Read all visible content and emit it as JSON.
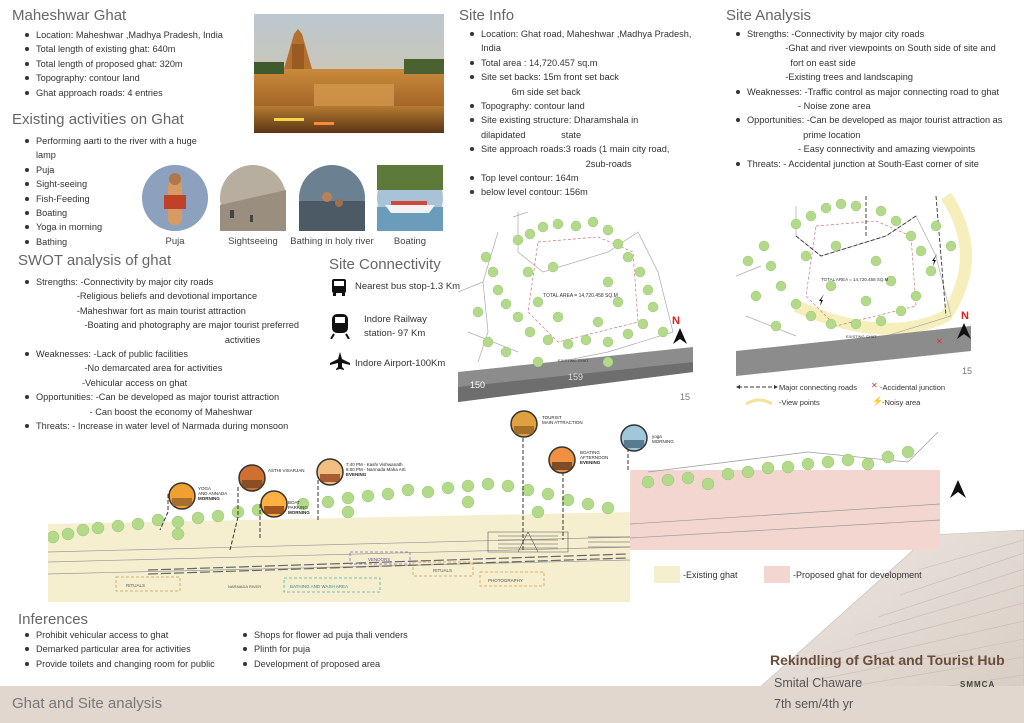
{
  "maheshwar": {
    "title": "Maheshwar Ghat",
    "items": [
      "Location:  Maheshwar ,Madhya Pradesh, India",
      "Total length of existing ghat: 640m",
      "Total length of proposed ghat: 320m",
      "Topography:  contour land",
      "Ghat approach roads: 4 entries"
    ]
  },
  "activities": {
    "title": "Existing activities on Ghat",
    "items": [
      "Performing aarti to the river with a huge lamp",
      "Puja",
      "Sight-seeing",
      " Fish-Feeding",
      "Boating",
      "Yoga in morning",
      "Bathing"
    ],
    "captions": [
      "Puja",
      "Sightseeing",
      "Bathing in holy river",
      "Boating"
    ]
  },
  "site_info": {
    "title": "Site Info",
    "items": [
      {
        "text": "Location: Ghat road, Maheshwar ,Madhya Pradesh,",
        "cont": [
          "India"
        ]
      },
      {
        "text": "Total area : 14,720.457 sq.m",
        "cont": []
      },
      {
        "text": "Site set backs: 15m front set back",
        "cont": [
          "            6m side set back"
        ]
      },
      {
        "text": "Topography:  contour land",
        "cont": []
      },
      {
        "text": "Site       existing       structure:       Dharamshala       in",
        "cont": [
          "dilapidated              state"
        ]
      },
      {
        "text": "Site approach roads:3 roads (1 main city road,",
        "cont": [
          "                                         2sub-roads"
        ]
      },
      {
        "text": "Top level contour: 164m",
        "cont": []
      },
      {
        "text": "below level contour: 156m",
        "cont": []
      }
    ]
  },
  "site_analysis": {
    "title": "Site Analysis",
    "items": [
      {
        "text": "Strengths: -Connectivity by major city roads",
        "cont": [
          "               -Ghat and river viewpoints on South side of site and",
          "                 fort on east side",
          "               -Existing trees and landscaping"
        ]
      },
      {
        "text": "Weaknesses: -Traffic control as major connecting road to ghat",
        "cont": [
          "                    - Noise zone area"
        ]
      },
      {
        "text": "Opportunities: -Can be developed as major tourist attraction as",
        "cont": [
          "                      prime location",
          "                    - Easy connectivity and amazing viewpoints"
        ]
      },
      {
        "text": "Threats: - Accidental junction at South-East corner of site",
        "cont": []
      }
    ]
  },
  "swot": {
    "title": "SWOT analysis of ghat",
    "items": [
      {
        "text": "Strengths: -Connectivity by major city roads",
        "cont": [
          "                -Religious beliefs and devotional importance",
          "                -Maheshwar fort as main tourist attraction",
          "                   -Boating and photography are major tourist preferred",
          "                                                                          activities"
        ]
      },
      {
        "text": "Weaknesses: -Lack of public facilities",
        "cont": [
          "                   -No demarcated area for activities",
          "                  -Vehicular access on ghat"
        ]
      },
      {
        "text": "Opportunities: -Can be developed as major tourist attraction",
        "cont": [
          "                     - Can boost the economy of Maheshwar"
        ]
      },
      {
        "text": "Threats: - Increase in water level of Narmada during monsoon",
        "cont": []
      }
    ]
  },
  "connectivity": {
    "title": "Site Connectivity",
    "bus": "Nearest bus stop-1.3 Km",
    "rail_1": "Indore Railway",
    "rail_2": "station- 97 Km",
    "air": "Indore Airport-100Km"
  },
  "map_labels": {
    "area": "TOTAL AREA = 14,720.458 SQ.M",
    "existing_ghat": "EXISTING GHAT",
    "c150": "150",
    "c159": "159",
    "c15": "15",
    "north": "N"
  },
  "legend_site": {
    "roads": "Major connecting roads",
    "junction": "-Accidental junction",
    "views": "-View points",
    "noise": "-Noisy area"
  },
  "plan": {
    "pins": [
      {
        "l1": "YOGA",
        "l2": "AND ANNADA",
        "l3": "MORNING"
      },
      {
        "l1": "ASTHI VISARJAN",
        "l2": "",
        "l3": ""
      },
      {
        "l1": "BOAT",
        "l2": "PARKING",
        "l3": "MORNING"
      },
      {
        "l1": "7:40 PM - Kashi Vishwanath",
        "l2": "8:00 PM - Narmada Maha Arti",
        "l3": "EVENING"
      },
      {
        "l1": "TOURIST",
        "l2": "MAIN ATTRACTION",
        "l3": ""
      },
      {
        "l1": "BOATING",
        "l2": "AFTERNOON",
        "l3": "EVENING"
      },
      {
        "l1": "yoga",
        "l2": "MORNING",
        "l3": ""
      }
    ],
    "zones": [
      "RITUALS",
      "NARMADA RIVER",
      "BATHING AND WASH AREA",
      "VENDORS",
      "RITUALS",
      "PHOTOGRAPHY"
    ],
    "legend_existing": "-Existing ghat",
    "legend_proposed": "-Proposed ghat for development",
    "north": "N"
  },
  "inferences": {
    "title": "Inferences",
    "col1": [
      "Prohibit vehicular access to ghat",
      "Demarked particular area for activities",
      "Provide toilets and changing room for public"
    ],
    "col2": [
      "Shops for flower ad puja thali venders",
      "Plinth for puja",
      "Development of proposed area"
    ]
  },
  "footer": {
    "section": "Ghat and Site analysis",
    "project": "Rekindling of Ghat and Tourist Hub",
    "author": "Smital Chaware",
    "sem": "7th sem/4th yr",
    "logo": "SMMCA"
  },
  "colors": {
    "existing": "#f5efcf",
    "proposed": "#f3d6d0",
    "tree": "#b3d98a",
    "north": "#e02020",
    "footer_bar": "#e1d7cf"
  }
}
